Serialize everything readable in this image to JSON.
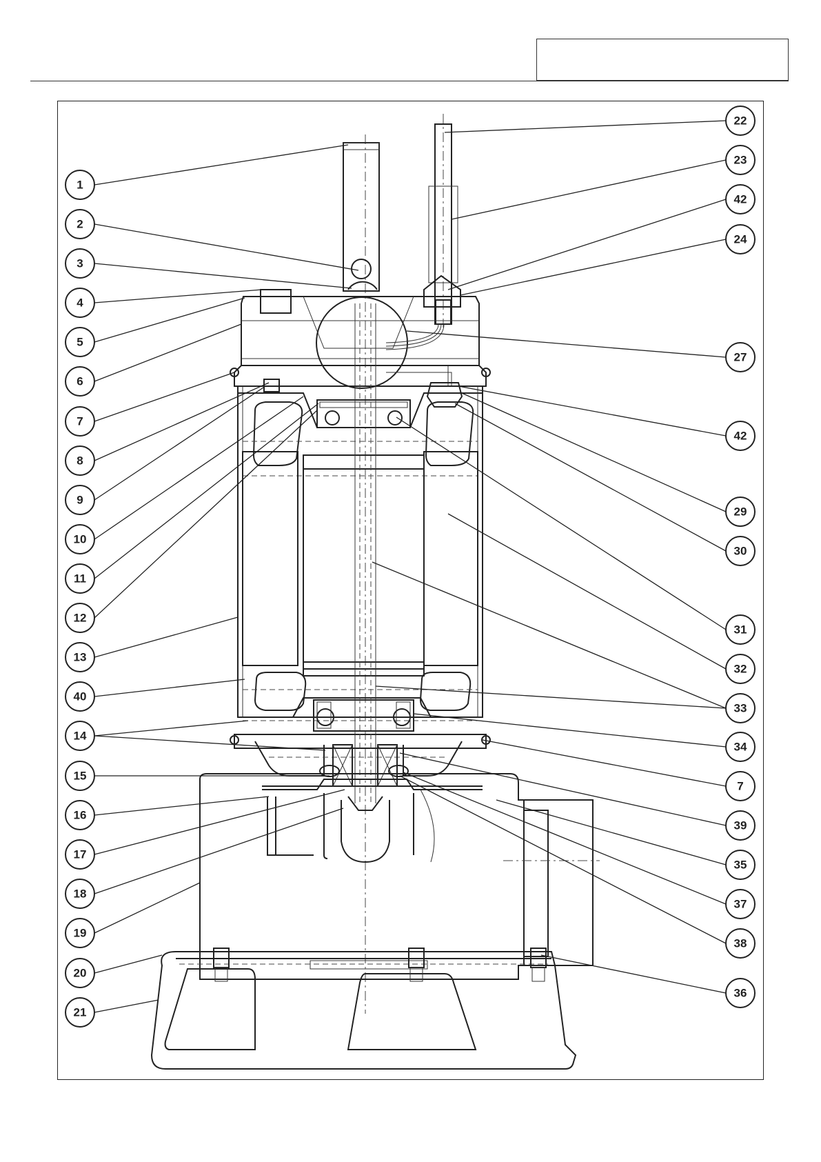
{
  "title_box": {
    "text": ""
  },
  "diagram": {
    "callouts_left": [
      "1",
      "2",
      "3",
      "4",
      "5",
      "6",
      "7",
      "8",
      "9",
      "10",
      "11",
      "12",
      "13",
      "40",
      "14",
      "15",
      "16",
      "17",
      "18",
      "19",
      "20",
      "21"
    ],
    "callouts_right": [
      "22",
      "23",
      "42",
      "24",
      "27",
      "42",
      "29",
      "30",
      "31",
      "32",
      "33",
      "34",
      "7",
      "39",
      "35",
      "37",
      "38",
      "36"
    ]
  }
}
